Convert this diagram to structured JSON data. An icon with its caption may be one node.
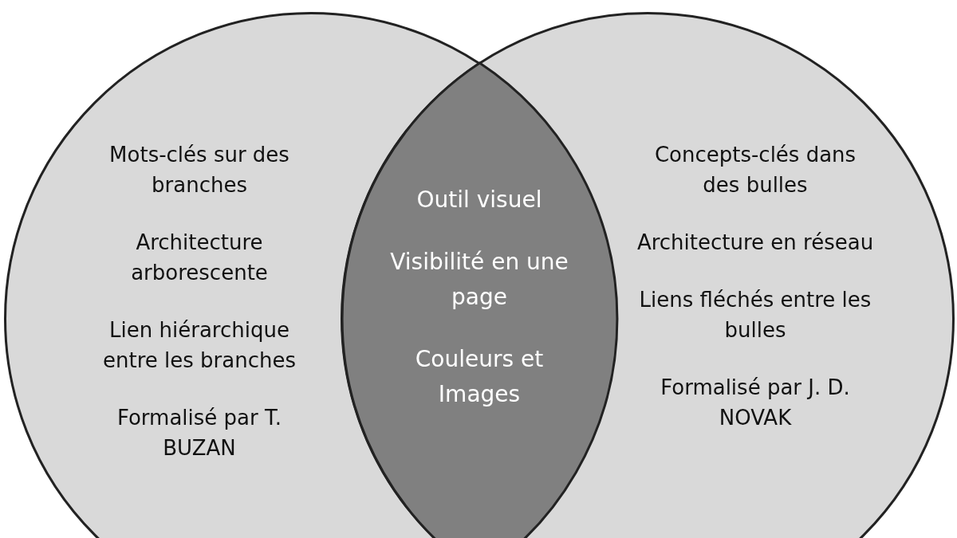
{
  "diagram": {
    "nodes": [
      {
        "text": [
          "Mots-clés sur des branches",
          "Architecture arborescente",
          "Lien hiérarchique entre les branches",
          "Formalisé par T. BUZAN"
        ]
      },
      {
        "text": [
          "Concepts-clés dans des bulles",
          "Architecture en réseau",
          "Liens fléchés entre les bulles",
          "Formalisé par J. D. NOVAK"
        ]
      },
      {
        "text": [
          "Outil visuel",
          "Visibilité en une page",
          "Couleurs et Images"
        ]
      }
    ]
  }
}
